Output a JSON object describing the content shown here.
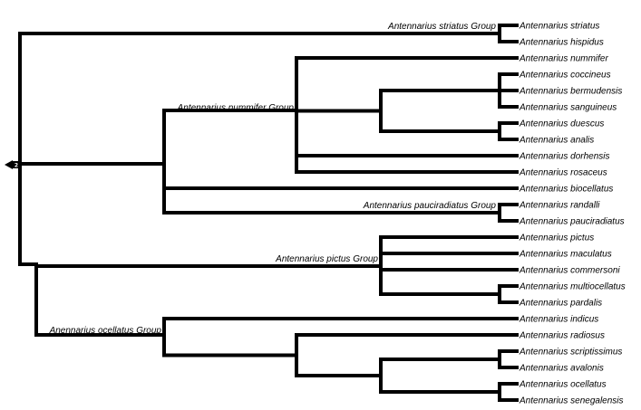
{
  "root_marker": {
    "number": "2",
    "color": "#000000"
  },
  "line_color": "#000000",
  "groups": [
    "Antennarius striatus Group",
    "Antennarius nummifer Group",
    "Antennarius pauciradiatus Group",
    "Antennarius pictus Group",
    "Anennarius ocellatus Group"
  ],
  "leaves": [
    "Antennarius striatus",
    "Antennarius hispidus",
    "Antennarius nummifer",
    "Antennarius coccineus",
    "Antennarius bermudensis",
    "Antennarius sanguineus",
    "Antennarius duescus",
    "Antennarius analis",
    "Antennarius dorhensis",
    "Antennarius rosaceus",
    "Antennarius biocellatus",
    "Antennarius randalli",
    "Antennarius pauciradiatus",
    "Antennarius pictus",
    "Antennarius maculatus",
    "Antennarius commersoni",
    "Antennarius multiocellatus",
    "Antennarius pardalis",
    "Antennarius indicus",
    "Antennarius radiosus",
    "Antennarius scriptissimus",
    "Antennarius avalonis",
    "Antennarius ocellatus",
    "Antennarius senegalensis"
  ]
}
